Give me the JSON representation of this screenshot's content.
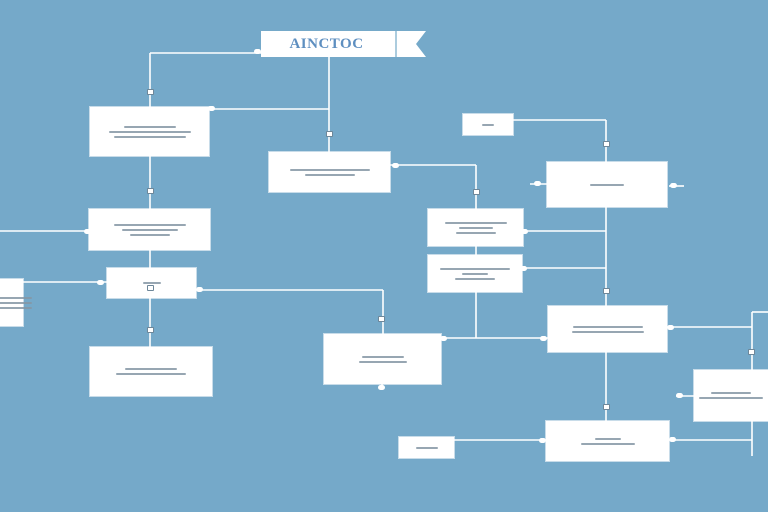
{
  "diagram": {
    "title": "AINCTOC",
    "colors": {
      "background": "#75a9c9",
      "box": "#ffffff",
      "line": "#ffffff",
      "text_placeholder": "#8596a4",
      "title_text": "#5e8fc0"
    },
    "nodes": [
      {
        "id": "n1",
        "bars": [
          3,
          3,
          3
        ]
      },
      {
        "id": "n2",
        "bars": [
          3,
          3
        ]
      },
      {
        "id": "n3",
        "bars": [
          3
        ]
      },
      {
        "id": "n4",
        "bars": [
          1
        ]
      },
      {
        "id": "n5",
        "bars": [
          3,
          3,
          3
        ]
      },
      {
        "id": "n6",
        "bars": [
          3,
          3,
          3
        ]
      },
      {
        "id": "n7",
        "bars": [
          3,
          3,
          3
        ]
      },
      {
        "id": "n8",
        "bars": [
          3
        ]
      },
      {
        "id": "n9",
        "bars": [
          3,
          3
        ]
      },
      {
        "id": "n10",
        "bars": [
          3,
          3
        ]
      },
      {
        "id": "n11",
        "bars": [
          3,
          3
        ]
      },
      {
        "id": "n12",
        "bars": [
          3,
          3
        ]
      },
      {
        "id": "n13",
        "bars": [
          3,
          3
        ]
      },
      {
        "id": "n14",
        "bars": [
          1
        ]
      },
      {
        "id": "n15",
        "bars": [
          3,
          3,
          3
        ]
      },
      {
        "id": "n16",
        "bars": []
      }
    ]
  }
}
